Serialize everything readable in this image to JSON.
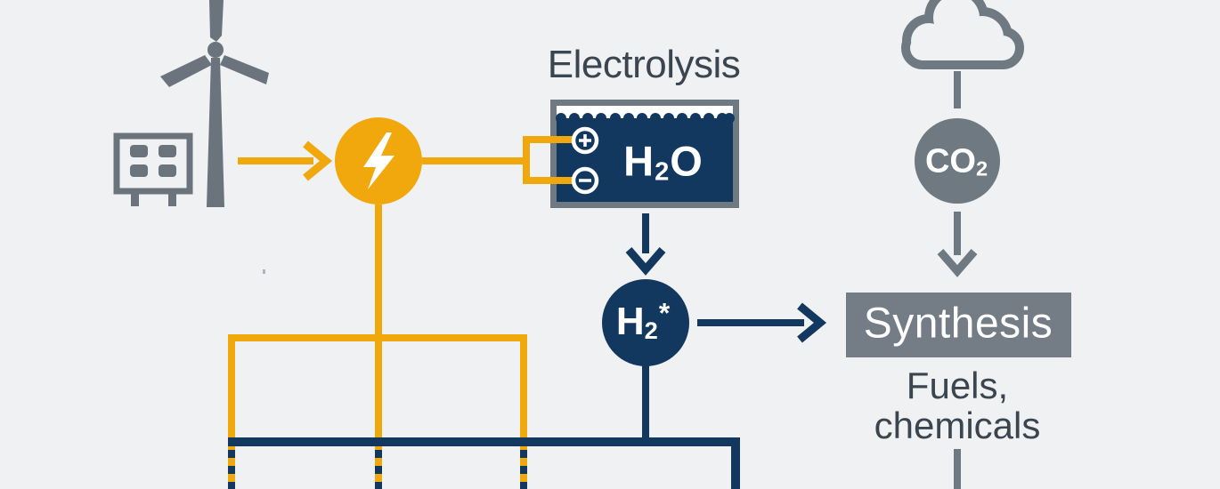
{
  "colors": {
    "background": "#eff1f2",
    "electricity_yellow": "#f0a80c",
    "hydrogen_navy": "#133860",
    "neutral_gray": "#6f7982",
    "synthesis_box_gray": "#747d86",
    "label_dark": "#3b4550",
    "white": "#ffffff"
  },
  "nodes": {
    "renewables": {
      "wind_icon": "wind-turbine-icon",
      "solar_icon": "solar-panel-icon"
    },
    "electricity": {
      "icon": "lightning-bolt-icon"
    },
    "electrolysis": {
      "title": "Electrolysis",
      "anode_symbol": "+",
      "cathode_symbol": "−",
      "water": {
        "h": "H",
        "sub": "2",
        "o": "O"
      }
    },
    "hydrogen": {
      "h": "H",
      "sub": "2",
      "star": "*"
    },
    "co2_source": {
      "cloud_icon": "cloud-icon",
      "label": {
        "co": "CO",
        "sub": "2"
      }
    },
    "synthesis": {
      "label": "Synthesis",
      "products": [
        "Fuels,",
        "chemicals"
      ]
    }
  }
}
